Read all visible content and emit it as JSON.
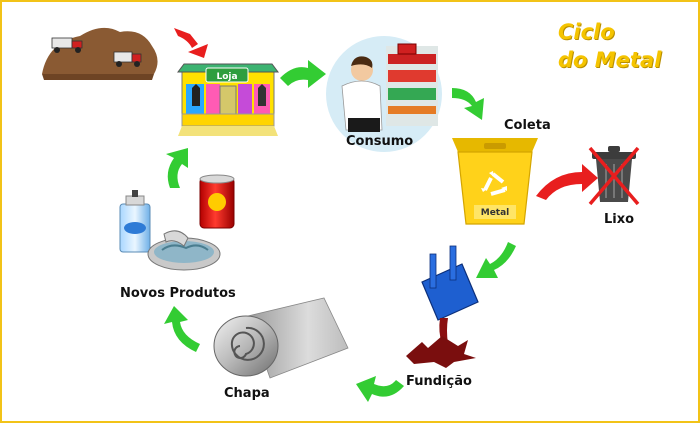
{
  "title": {
    "line1": "Ciclo",
    "line2": "do Metal"
  },
  "stages": {
    "store": "Loja",
    "consumption": "Consumo",
    "collection": "Coleta",
    "bin_label": "Metal",
    "trash": "Lixo",
    "foundry": "Fundição",
    "sheet": "Chapa",
    "new_products": "Novos Produtos"
  },
  "colors": {
    "frame": "#f2c318",
    "cycle_arrow": "#33cc33",
    "discard_arrow": "#e81e1e",
    "bin": "#ffd21a",
    "ore": "#8a5a33"
  },
  "icons": [
    "mining-trucks-icon",
    "store-icon",
    "shopper-icon",
    "recycling-bin-icon",
    "trash-can-icon",
    "molten-metal-icon",
    "metal-sheet-roll-icon",
    "metal-products-icon"
  ]
}
